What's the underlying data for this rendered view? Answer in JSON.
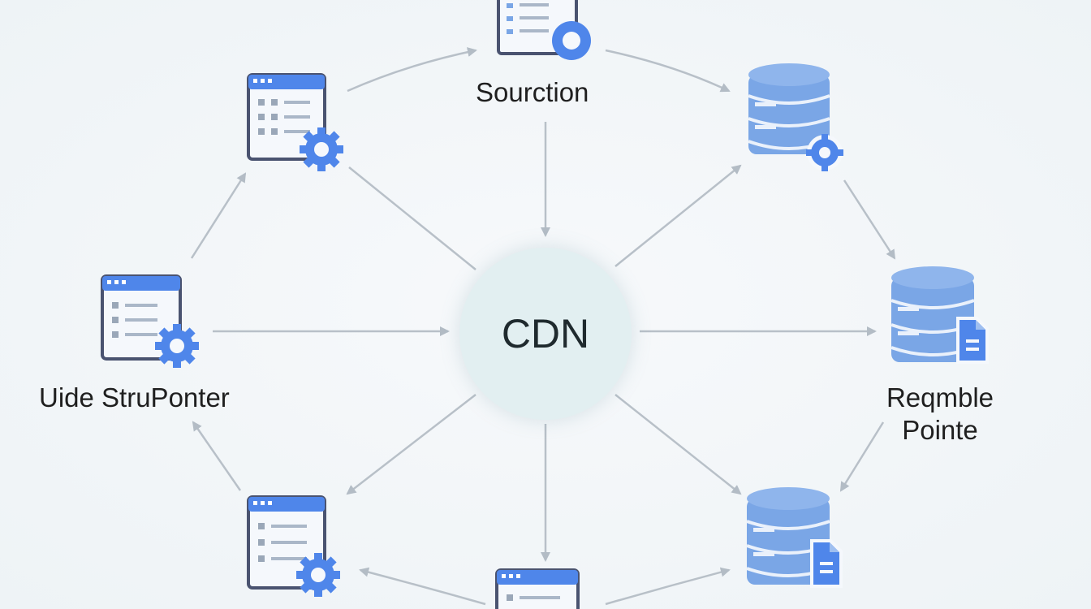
{
  "diagram": {
    "center_label": "CDN",
    "labels": {
      "top": "Sourction",
      "left": "Uide StruPonter",
      "right_line1": "Reqmble",
      "right_line2": "Pointe"
    },
    "colors": {
      "accent_blue": "#4f86ea",
      "light_blue": "#7aa6e6",
      "frame_gray": "#4a5370",
      "arrow_gray": "#b8c0c8",
      "cdn_fill": "#e2eff1"
    },
    "icons": {
      "top": "window-gear-icon",
      "upper_left": "window-gear-icon",
      "left": "window-gear-icon",
      "lower_left": "window-gear-icon",
      "bottom": "window-icon",
      "upper_right": "database-gear-icon",
      "right": "database-document-icon",
      "lower_right": "database-document-icon"
    }
  }
}
